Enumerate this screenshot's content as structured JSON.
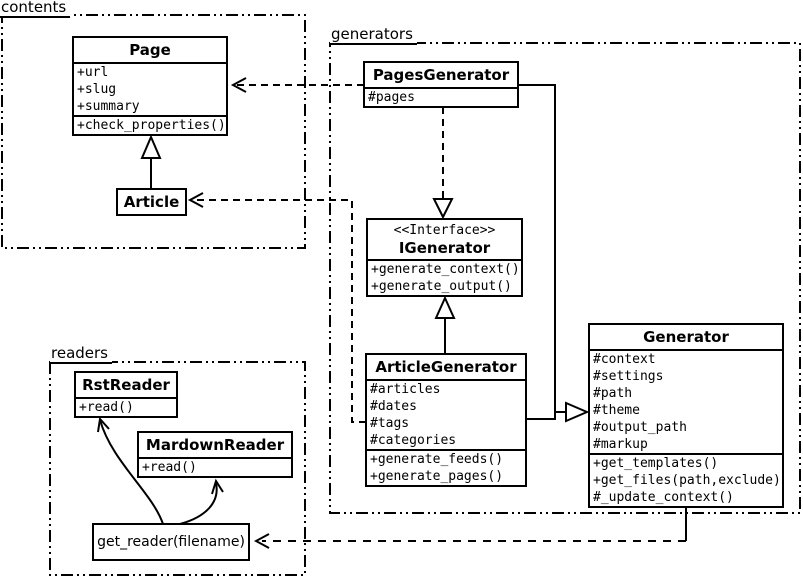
{
  "packages": {
    "contents": {
      "label": "contents"
    },
    "generators": {
      "label": "generators"
    },
    "readers": {
      "label": "readers"
    }
  },
  "classes": {
    "page": {
      "title": "Page",
      "attributes": [
        "+url",
        "+slug",
        "+summary"
      ],
      "methods": [
        "+check_properties()"
      ]
    },
    "article": {
      "title": "Article"
    },
    "pages_generator": {
      "title": "PagesGenerator",
      "attributes": [
        "#pages"
      ]
    },
    "igenerator": {
      "stereotype": "<<Interface>>",
      "title": "IGenerator",
      "methods": [
        "+generate_context()",
        "+generate_output()"
      ]
    },
    "article_generator": {
      "title": "ArticleGenerator",
      "attributes": [
        "#articles",
        "#dates",
        "#tags",
        "#categories"
      ],
      "methods": [
        "+generate_feeds()",
        "+generate_pages()"
      ]
    },
    "generator": {
      "title": "Generator",
      "attributes": [
        "#context",
        "#settings",
        "#path",
        "#theme",
        "#output_path",
        "#markup"
      ],
      "methods": [
        "+get_templates()",
        "+get_files(path,exclude)",
        "#_update_context()"
      ]
    },
    "rst_reader": {
      "title": "RstReader",
      "methods": [
        "+read()"
      ]
    },
    "mardown_reader": {
      "title": "MardownReader",
      "methods": [
        "+read()"
      ]
    },
    "get_reader": {
      "label": "get_reader(filename)"
    }
  },
  "relationships": [
    "Article --|> Page",
    "PagesGenerator ..> Page",
    "ArticleGenerator ..> Article",
    "PagesGenerator ..|> IGenerator",
    "ArticleGenerator --|> IGenerator",
    "PagesGenerator --|> Generator",
    "ArticleGenerator --|> Generator",
    "Generator ..> get_reader",
    "get_reader -> RstReader",
    "get_reader -> MardownReader"
  ],
  "colors": {
    "line": "#000000",
    "background": "#ffffff",
    "box_fill": "#ffffff"
  }
}
